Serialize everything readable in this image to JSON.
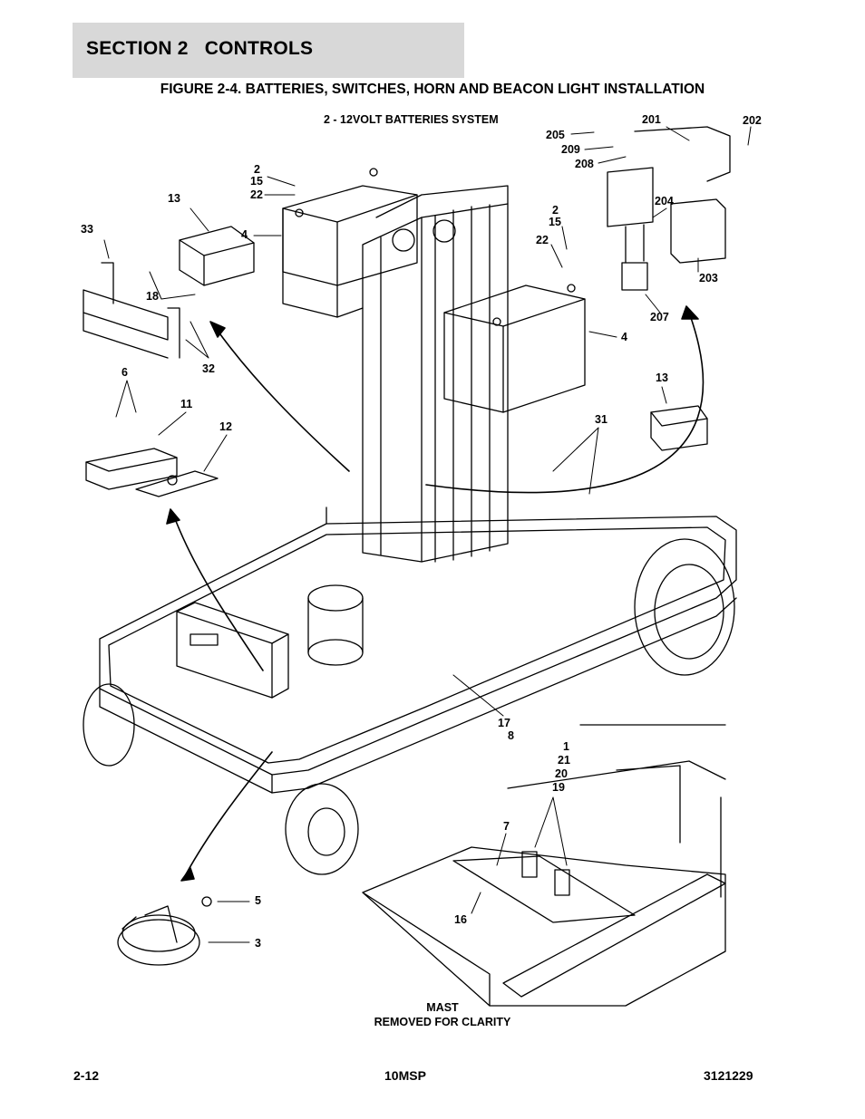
{
  "header": {
    "section_title": "SECTION 2   CONTROLS",
    "figure_title": "FIGURE 2-4. BATTERIES, SWITCHES, HORN AND BEACON LIGHT INSTALLATION"
  },
  "diagram": {
    "system_label": "2 - 12VOLT BATTERIES SYSTEM",
    "note_line1": "MAST",
    "note_line2": "REMOVED FOR CLARITY",
    "callouts": {
      "c201": "201",
      "c202": "202",
      "c205": "205",
      "c209": "209",
      "c208": "208",
      "c204": "204",
      "c203": "203",
      "c207": "207",
      "c2a": "2",
      "c15a": "15",
      "c22a": "22",
      "c2b": "2",
      "c15b": "15",
      "c22b": "22",
      "c13a": "13",
      "c13b": "13",
      "c33": "33",
      "c4a": "4",
      "c4b": "4",
      "c18": "18",
      "c32": "32",
      "c6": "6",
      "c11": "11",
      "c12": "12",
      "c31": "31",
      "c17": "17",
      "c8": "8",
      "c1": "1",
      "c21": "21",
      "c20": "20",
      "c19": "19",
      "c7": "7",
      "c16": "16",
      "c5": "5",
      "c3": "3"
    }
  },
  "footer": {
    "page_number": "2-12",
    "model": "10MSP",
    "doc_number": "3121229"
  }
}
